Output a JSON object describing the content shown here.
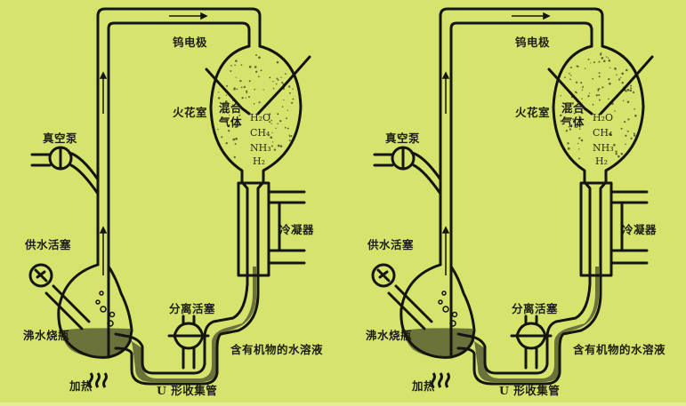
{
  "colors": {
    "background": "#d6e46e",
    "ink": "#141410"
  },
  "panels": [
    {
      "labels": {
        "tungsten_electrode": "钨电极",
        "spark_chamber": "火花室",
        "mixed_gas": "混合气体",
        "gases": [
          "H₂O",
          "CH₄",
          "NH₃",
          "H₂"
        ],
        "vacuum_pump": "真空泵",
        "condenser": "冷凝器",
        "water_supply_stopcock": "供水活塞",
        "boiling_flask": "沸水烧瓶",
        "heating": "加热",
        "separation_stopcock": "分离活塞",
        "organic_solution": "含有机物的水溶液",
        "u_tube": "U 形收集管"
      }
    },
    {
      "labels": {
        "tungsten_electrode": "钨电极",
        "spark_chamber": "火花室",
        "mixed_gas": "混合气体",
        "gases": [
          "H₂O",
          "CH₄",
          "NH₃",
          "H₂"
        ],
        "vacuum_pump": "真空泵",
        "condenser": "冷凝器",
        "water_supply_stopcock": "供水活塞",
        "boiling_flask": "沸水烧瓶",
        "heating": "加热",
        "separation_stopcock": "分离活塞",
        "organic_solution": "含有机物的水溶液",
        "u_tube": "U 形收集管"
      }
    }
  ]
}
